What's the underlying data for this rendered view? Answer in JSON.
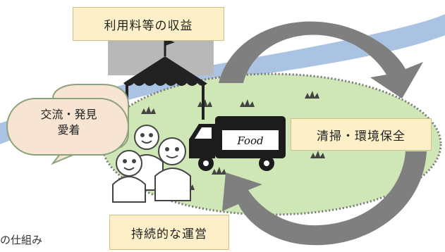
{
  "labels": {
    "revenue": "利用料等の収益",
    "cleaning": "清掃・環境保全",
    "sustainable": "持続的な運営"
  },
  "bubble": {
    "line1": "交流・発見",
    "line2": "愛着"
  },
  "truck_text": "Food",
  "partial_caption": "の仕組み",
  "colors": {
    "lawn": "#cfe6b6",
    "river": "#9cb9dd",
    "arrow": "#7f7f7f",
    "label_fill": "#fdf0c9",
    "bubble_fill": "#f7e4d3"
  }
}
